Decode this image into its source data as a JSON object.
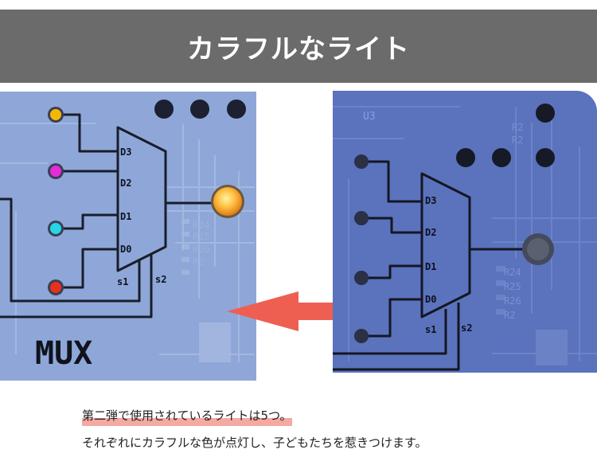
{
  "header": {
    "title": "カラフルなライト"
  },
  "left_board": {
    "inputs": [
      "D3",
      "D2",
      "D1",
      "D0"
    ],
    "selects": [
      "s1",
      "s2"
    ],
    "label": "MUX",
    "led_colors": [
      "#f5b700",
      "#e62bd8",
      "#26d6e6",
      "#e8311a"
    ],
    "output_color": "#ffb13b"
  },
  "right_board": {
    "chip_label": "U3",
    "inputs": [
      "D3",
      "D2",
      "D1",
      "D0"
    ],
    "selects": [
      "s1",
      "s2"
    ]
  },
  "captions": {
    "line1": "第二弾で使用されているライトは5つ。",
    "line2": "それぞれにカラフルな色が点灯し、子どもたちを惹きつけます。"
  },
  "colors": {
    "banner": "#6b6b6b",
    "board_left": "#8ea7d8",
    "board_right": "#5b72bd",
    "arrow": "#ee5f52",
    "highlight": "#f4a9a2"
  }
}
